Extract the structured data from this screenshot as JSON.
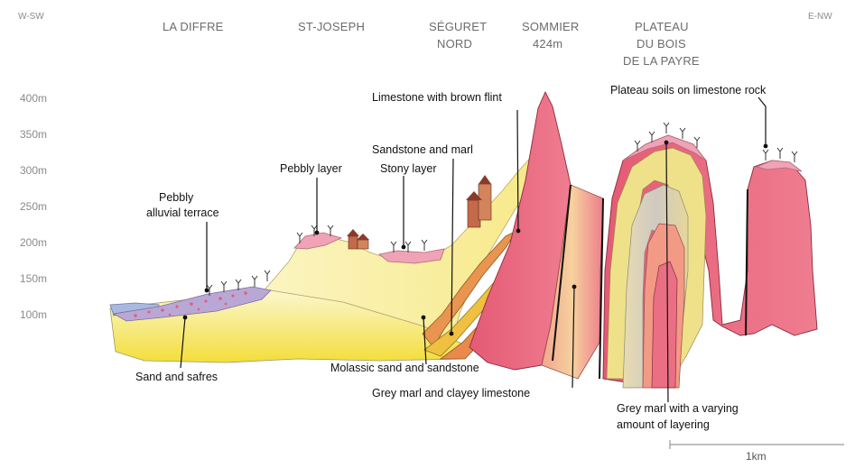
{
  "direction": {
    "left": "W-SW",
    "right": "E-NW"
  },
  "places": {
    "la_diffre": [
      "LA DIFFRE"
    ],
    "st_joseph": [
      "ST-JOSEPH"
    ],
    "seguret": [
      "SÉGURET",
      "NORD"
    ],
    "sommier": [
      "SOMMIER",
      "424m"
    ],
    "plateau": [
      "PLATEAU",
      "DU BOIS",
      "DE LA PAYRE"
    ]
  },
  "altitudes": [
    "400m",
    "350m",
    "300m",
    "250m",
    "200m",
    "150m",
    "100m"
  ],
  "labels": {
    "limestone_flint": "Limestone with brown flint",
    "plateau_soils": "Plateau soils on limestone rock",
    "sandstone_marl": "Sandstone and marl",
    "pebbly_layer": "Pebbly layer",
    "stony_layer": "Stony layer",
    "pebbly_alluvial": [
      "Pebbly",
      "alluvial terrace"
    ],
    "sand_safres": "Sand and safres",
    "molassic": "Molassic sand and sandstone",
    "grey_marl_clayey": "Grey marl and clayey limestone",
    "grey_marl_layering": [
      "Grey marl with a varying",
      "amount of layering"
    ]
  },
  "scale_bar": "1km",
  "colors": {
    "yellow_sand": "#f4e04a",
    "pale_yellow": "#faf3c0",
    "pink_limestone": "#e8667d",
    "salmon": "#f29a86",
    "orange_marl": "#e8894e",
    "blue_water": "#a9b8e0",
    "alluvial_purple": "#b9a8d6"
  }
}
